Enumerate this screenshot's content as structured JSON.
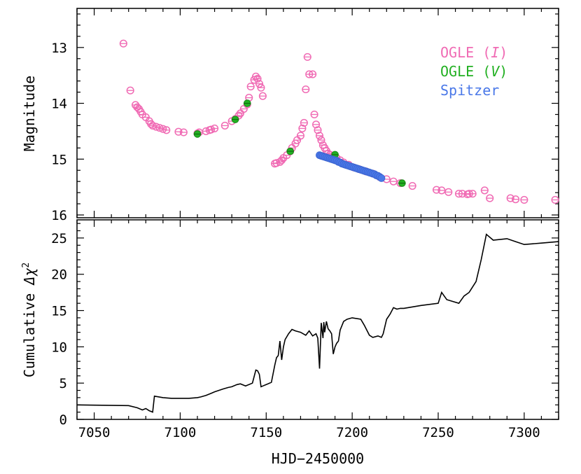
{
  "chart_data": [
    {
      "type": "scatter",
      "xlabel": "",
      "ylabel": "Magnitude",
      "xlim": [
        7040,
        7320
      ],
      "ylim": [
        16.05,
        12.3
      ],
      "y_inverted": true,
      "yticks": [
        13,
        14,
        15,
        16
      ],
      "grid": false,
      "legend": {
        "placement": "top-right",
        "entries": [
          {
            "label": "OGLE (I)",
            "color": "#f06bb4"
          },
          {
            "label": "OGLE (V)",
            "color": "#22b022"
          },
          {
            "label": "Spitzer",
            "color": "#4a78e8"
          }
        ]
      },
      "series": [
        {
          "name": "OGLE (I)",
          "marker": "open-circle-with-errorbar",
          "color": "#f06bb4",
          "x": [
            7067,
            7071,
            7074,
            7075,
            7076,
            7077,
            7078,
            7080,
            7082,
            7083,
            7084,
            7086,
            7088,
            7090,
            7092,
            7099,
            7102,
            7110,
            7111,
            7115,
            7117,
            7118,
            7120,
            7126,
            7130,
            7132,
            7134,
            7135,
            7137,
            7139,
            7140,
            7141,
            7143,
            7144,
            7145,
            7146,
            7147,
            7148,
            7155,
            7156,
            7158,
            7159,
            7160,
            7162,
            7164,
            7165,
            7167,
            7168,
            7170,
            7171,
            7172,
            7173,
            7174,
            7175,
            7177,
            7178,
            7179,
            7180,
            7181,
            7182,
            7183,
            7184,
            7185,
            7186,
            7187,
            7189,
            7191,
            7193,
            7195,
            7198,
            7201,
            7204,
            7208,
            7212,
            7216,
            7220,
            7224,
            7228,
            7235,
            7249,
            7252,
            7256,
            7262,
            7264,
            7267,
            7268,
            7270,
            7277,
            7280,
            7292,
            7295,
            7300,
            7318
          ],
          "y": [
            12.93,
            13.77,
            14.03,
            14.07,
            14.1,
            14.15,
            14.2,
            14.25,
            14.32,
            14.37,
            14.4,
            14.42,
            14.44,
            14.46,
            14.48,
            14.51,
            14.52,
            14.54,
            14.52,
            14.5,
            14.48,
            14.47,
            14.45,
            14.4,
            14.32,
            14.28,
            14.22,
            14.18,
            14.1,
            14.02,
            13.9,
            13.7,
            13.58,
            13.52,
            13.56,
            13.65,
            13.72,
            13.87,
            15.08,
            15.07,
            15.05,
            15.02,
            14.98,
            14.93,
            14.86,
            14.8,
            14.72,
            14.66,
            14.58,
            14.45,
            14.35,
            13.75,
            13.17,
            13.48,
            13.48,
            14.2,
            14.38,
            14.48,
            14.58,
            14.66,
            14.75,
            14.8,
            14.85,
            14.9,
            14.92,
            14.95,
            14.98,
            15.02,
            15.06,
            15.1,
            15.15,
            15.18,
            15.22,
            15.26,
            15.32,
            15.36,
            15.4,
            15.43,
            15.48,
            15.55,
            15.56,
            15.59,
            15.62,
            15.62,
            15.63,
            15.62,
            15.62,
            15.56,
            15.7,
            15.7,
            15.72,
            15.73,
            15.73
          ]
        },
        {
          "name": "OGLE (V)",
          "marker": "filled-circle",
          "color": "#22b022",
          "x": [
            7110,
            7132,
            7139,
            7164,
            7190,
            7229
          ],
          "y": [
            14.55,
            14.29,
            14.0,
            14.86,
            14.92,
            15.43
          ]
        },
        {
          "name": "Spitzer",
          "marker": "filled-circle",
          "color": "#4a78e8",
          "x": [
            7181,
            7182,
            7183,
            7184,
            7185,
            7186,
            7187,
            7188,
            7189,
            7190,
            7191,
            7192,
            7193,
            7194,
            7195,
            7196,
            7197,
            7198,
            7199,
            7200,
            7201,
            7202,
            7203,
            7204,
            7205,
            7206,
            7207,
            7208,
            7209,
            7210,
            7211,
            7212,
            7213,
            7214,
            7215,
            7216,
            7217
          ],
          "y": [
            14.93,
            14.94,
            14.95,
            14.96,
            14.97,
            14.98,
            14.99,
            15.0,
            15.01,
            15.02,
            15.03,
            15.05,
            15.06,
            15.08,
            15.09,
            15.1,
            15.11,
            15.12,
            15.13,
            15.14,
            15.15,
            15.16,
            15.17,
            15.18,
            15.19,
            15.2,
            15.21,
            15.22,
            15.23,
            15.24,
            15.25,
            15.26,
            15.27,
            15.29,
            15.3,
            15.32,
            15.34
          ]
        }
      ]
    },
    {
      "type": "line",
      "xlabel": "HJD−2450000",
      "ylabel_main": "Cumulative",
      "ylabel_symbol": "Δχ",
      "ylabel_sup": "2",
      "xlim": [
        7040,
        7320
      ],
      "ylim": [
        0,
        27.5
      ],
      "xticks": [
        7050,
        7100,
        7150,
        7200,
        7250,
        7300
      ],
      "yticks": [
        0,
        5,
        10,
        15,
        20,
        25
      ],
      "grid": false,
      "series": [
        {
          "color": "#000000",
          "x": [
            7040,
            7070,
            7075,
            7078,
            7080,
            7082,
            7084,
            7085,
            7090,
            7095,
            7100,
            7105,
            7110,
            7112,
            7115,
            7118,
            7120,
            7125,
            7128,
            7130,
            7133,
            7135,
            7138,
            7142,
            7144,
            7145,
            7146,
            7147,
            7148,
            7150,
            7153,
            7155,
            7156,
            7157,
            7158,
            7159,
            7160,
            7161,
            7163,
            7165,
            7167,
            7170,
            7173,
            7175,
            7177,
            7179,
            7180,
            7181,
            7182,
            7183,
            7183.5,
            7184,
            7185,
            7186,
            7187,
            7188,
            7189,
            7190,
            7191,
            7192,
            7193,
            7195,
            7197,
            7200,
            7205,
            7207,
            7210,
            7212,
            7215,
            7217,
            7218,
            7220,
            7222,
            7224,
            7226,
            7228,
            7230,
            7240,
            7250,
            7252,
            7255,
            7262,
            7265,
            7268,
            7272,
            7275,
            7278,
            7282,
            7290,
            7295,
            7300,
            7310,
            7320
          ],
          "y": [
            2.0,
            1.9,
            1.6,
            1.3,
            1.5,
            1.2,
            1.0,
            3.2,
            3.0,
            2.9,
            2.9,
            2.9,
            3.0,
            3.1,
            3.3,
            3.6,
            3.8,
            4.2,
            4.4,
            4.5,
            4.8,
            4.9,
            4.6,
            5.0,
            6.8,
            6.7,
            6.2,
            4.5,
            4.6,
            4.8,
            5.1,
            7.5,
            8.5,
            8.8,
            10.8,
            8.2,
            10.0,
            11.0,
            11.8,
            12.4,
            12.2,
            12.0,
            11.6,
            12.2,
            11.5,
            11.8,
            11.2,
            7.0,
            13.3,
            11.2,
            13.4,
            12.0,
            13.5,
            12.5,
            12.2,
            11.8,
            9.0,
            10.0,
            10.5,
            10.8,
            12.3,
            13.5,
            13.8,
            14.0,
            13.8,
            13.0,
            11.6,
            11.3,
            11.5,
            11.3,
            11.8,
            13.8,
            14.5,
            15.4,
            15.2,
            15.3,
            15.3,
            15.7,
            16.0,
            17.5,
            16.5,
            16.0,
            17.0,
            17.5,
            19.0,
            22.0,
            25.5,
            24.7,
            24.9,
            24.5,
            24.1,
            24.3,
            24.5
          ]
        }
      ]
    }
  ]
}
